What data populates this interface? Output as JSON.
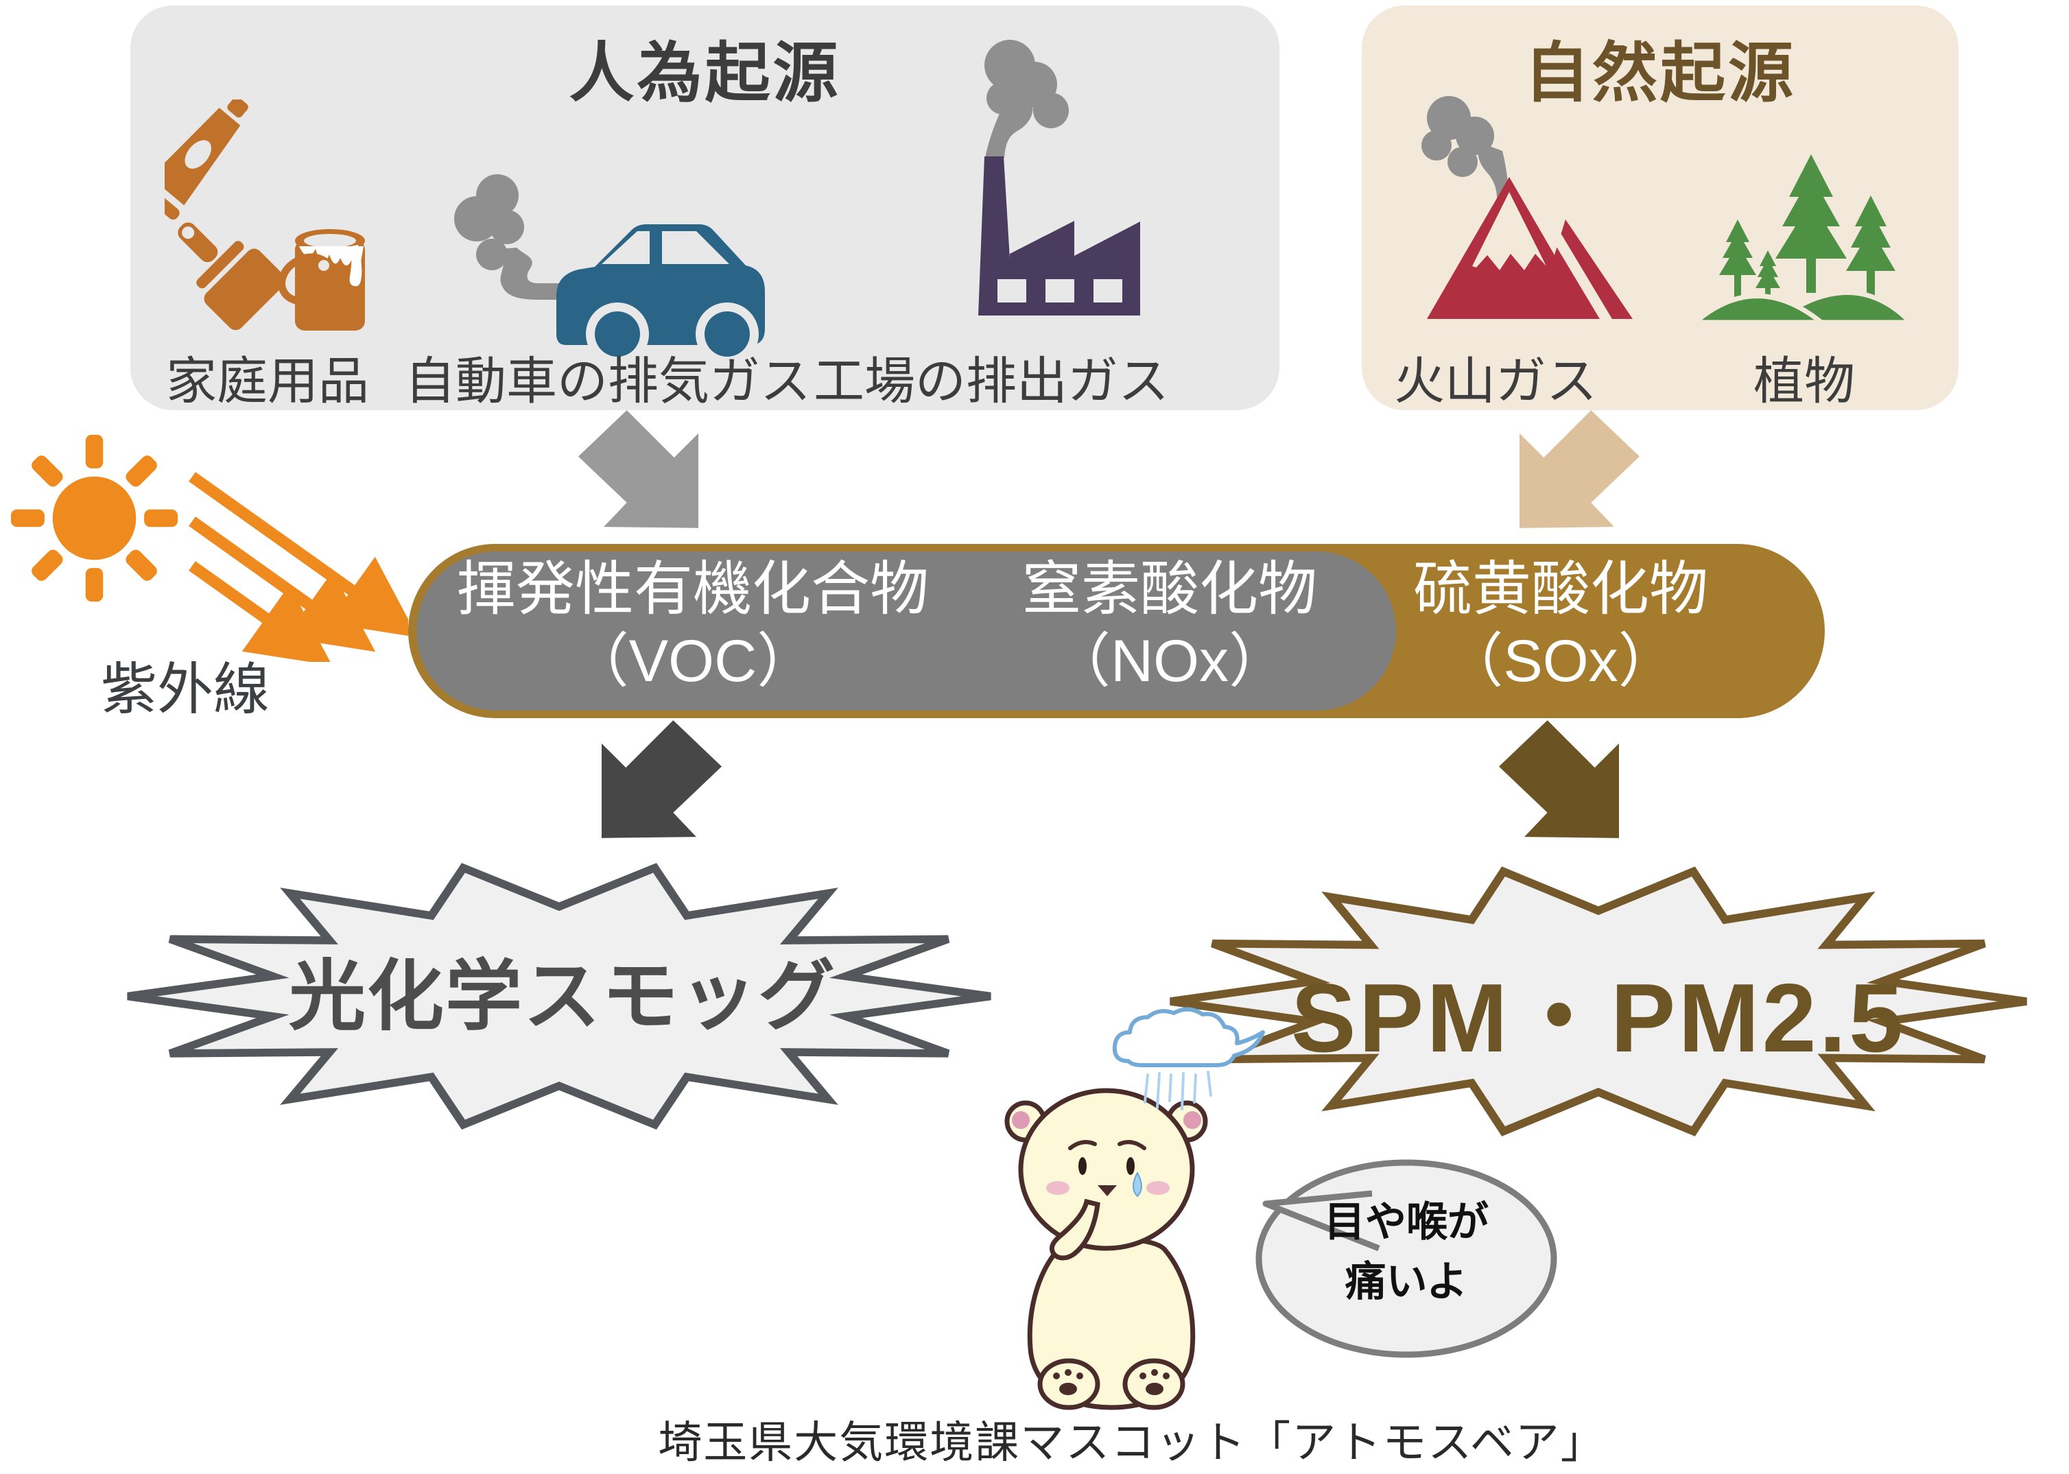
{
  "palette": {
    "anthro_box_bg": "#e8e8e8",
    "natural_box_bg": "#f2e9da",
    "title_dark": "#3d3d3d",
    "title_brown": "#6d532a",
    "household_orange": "#c0722a",
    "smoke_gray": "#8f8f8f",
    "car_teal": "#2a6486",
    "factory_purple": "#4a3c5e",
    "volcano_red": "#b03042",
    "tree_green": "#4e9144",
    "sun_orange": "#ef8a1e",
    "pill_brown": "#a57b2e",
    "pill_gray": "#7f7f7f",
    "arrow_gray": "#9a9a9a",
    "arrow_tan": "#dcc19c",
    "arrow_dark_gray": "#474747",
    "arrow_dark_brown": "#6b5323",
    "burst_fill": "#f0f0f0",
    "burst_stroke_smog": "#54585c",
    "burst_stroke_pm": "#75592b"
  },
  "anthropogenic": {
    "title": "人為起源",
    "items": [
      {
        "icon": "household-goods-icon",
        "label": "家庭用品"
      },
      {
        "icon": "car-exhaust-icon",
        "label": "自動車の排気ガス"
      },
      {
        "icon": "factory-icon",
        "label": "工場の排出ガス"
      }
    ]
  },
  "natural": {
    "title": "自然起源",
    "items": [
      {
        "icon": "volcano-icon",
        "label": "火山ガス"
      },
      {
        "icon": "trees-icon",
        "label": "植物"
      }
    ]
  },
  "uv": {
    "label": "紫外線"
  },
  "pollutants": {
    "voc": {
      "name": "揮発性有機化合物",
      "abbr": "（VOC）"
    },
    "nox": {
      "name": "窒素酸化物",
      "abbr": "（NOx）"
    },
    "sox": {
      "name": "硫黄酸化物",
      "abbr": "（SOx）"
    }
  },
  "outcomes": {
    "smog": "光化学スモッグ",
    "pm": "SPM・PM2.5"
  },
  "mascot": {
    "speech": {
      "line1": "目や喉が",
      "line2": "痛いよ"
    },
    "caption": "埼玉県大気環境課マスコット「アトモスベア」"
  }
}
